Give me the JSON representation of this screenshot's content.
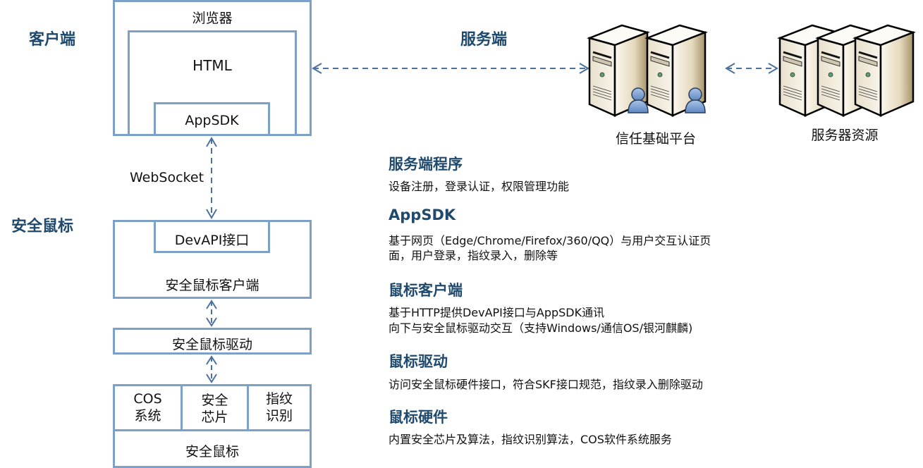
{
  "sections": {
    "client": "客户端",
    "server": "服务端",
    "secure_mouse": "安全鼠标"
  },
  "browser": {
    "label": "浏览器",
    "html_label": "HTML",
    "appsdk_label": "AppSDK"
  },
  "connection": {
    "websocket_label": "WebSocket"
  },
  "mouse_client": {
    "devapi_label": "DevAPI接口",
    "label": "安全鼠标客户端"
  },
  "driver": {
    "label": "安全鼠标驱动"
  },
  "hardware": {
    "cells": [
      {
        "line1": "COS",
        "line2": "系统"
      },
      {
        "line1": "安全",
        "line2": "芯片"
      },
      {
        "line1": "指纹",
        "line2": "识别"
      }
    ],
    "label": "安全鼠标"
  },
  "servers": {
    "trust_platform": "信任基础平台",
    "resources": "服务器资源"
  },
  "descriptions": [
    {
      "title": "服务端程序",
      "lines": [
        "设备注册，登录认证，权限管理功能"
      ]
    },
    {
      "title": "AppSDK",
      "lines": [
        "基于网页（Edge/Chrome/Firefox/360/QQ）与用户交互认证页",
        "面，用户登录，指纹录入，删除等"
      ]
    },
    {
      "title": "鼠标客户端",
      "lines": [
        "基于HTTP提供DevAPI接口与AppSDK通讯",
        "向下与安全鼠标驱动交互（支持Windows/通信OS/银河麒麟)"
      ]
    },
    {
      "title": "鼠标驱动",
      "lines": [
        "访问安全鼠标硬件接口，符合SKF接口规范，指纹录入删除驱动"
      ]
    },
    {
      "title": "鼠标硬件",
      "lines": [
        "内置安全芯片及算法，指纹识别算法，COS软件系统服务"
      ]
    }
  ],
  "colors": {
    "heading": "#1f4a6e",
    "box_border": "#7ca0c8",
    "arrow": "#4a72a0"
  }
}
